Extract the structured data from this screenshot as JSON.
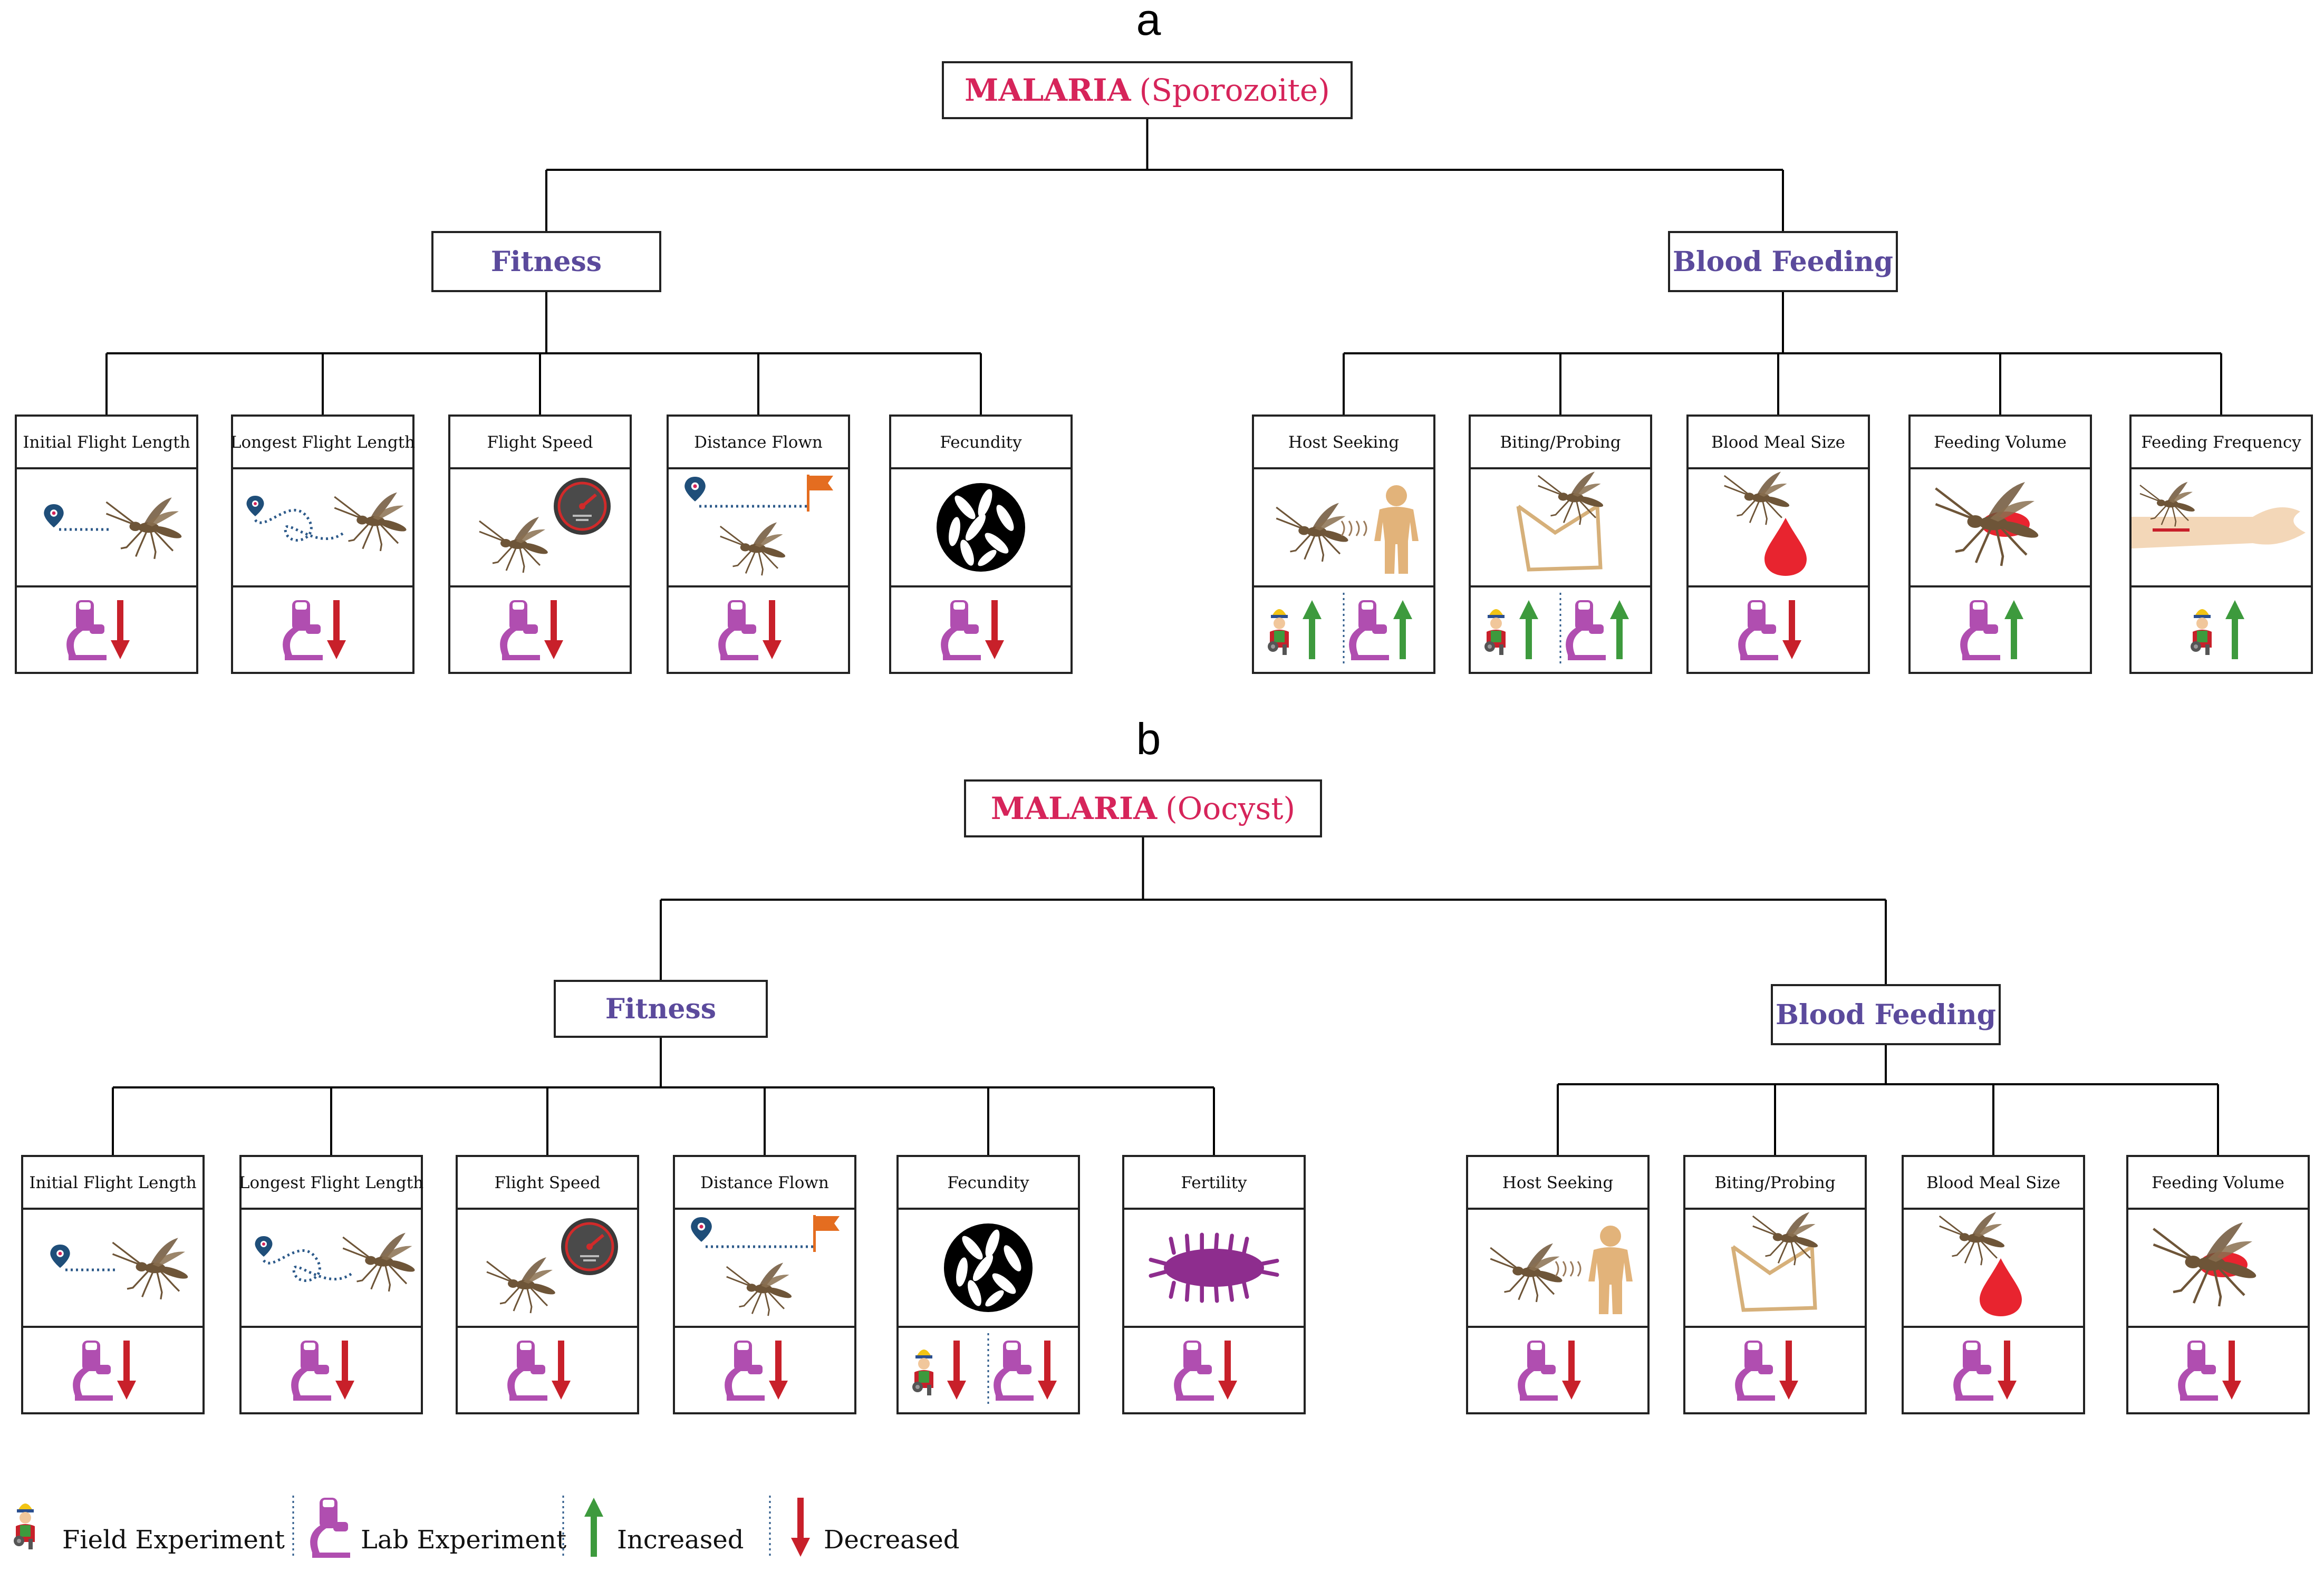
{
  "colors": {
    "malaria": "#d6245a",
    "category": "#5b4a9c",
    "microscope": "#b04eb0",
    "increase": "#3d9a3d",
    "decrease": "#c8202a",
    "mosquito": "#6e5538",
    "human": "#e2b37a",
    "blood": "#e8242f",
    "dots": "#2d5a8a"
  },
  "panels": [
    {
      "label": "a",
      "root": {
        "disease": "MALARIA",
        "stage": "(Sporozoite)"
      },
      "categories": [
        {
          "title": "Fitness",
          "traits": [
            {
              "name": "Initial Flight Length",
              "icon": "mosquito-short-path-icon",
              "effects": [
                {
                  "experiment": "lab",
                  "direction": "decreased"
                }
              ]
            },
            {
              "name": "Longest Flight Length",
              "icon": "mosquito-loop-path-icon",
              "effects": [
                {
                  "experiment": "lab",
                  "direction": "decreased"
                }
              ]
            },
            {
              "name": "Flight Speed",
              "icon": "speedometer-icon",
              "effects": [
                {
                  "experiment": "lab",
                  "direction": "decreased"
                }
              ]
            },
            {
              "name": "Distance Flown",
              "icon": "flag-distance-icon",
              "effects": [
                {
                  "experiment": "lab",
                  "direction": "decreased"
                }
              ]
            },
            {
              "name": "Fecundity",
              "icon": "eggs-icon",
              "effects": [
                {
                  "experiment": "lab",
                  "direction": "decreased"
                }
              ]
            }
          ]
        },
        {
          "title": "Blood Feeding",
          "traits": [
            {
              "name": "Host Seeking",
              "icon": "mosquito-human-icon",
              "effects": [
                {
                  "experiment": "field",
                  "direction": "increased"
                },
                {
                  "experiment": "lab",
                  "direction": "increased"
                }
              ]
            },
            {
              "name": "Biting/Probing",
              "icon": "probing-icon",
              "effects": [
                {
                  "experiment": "field",
                  "direction": "increased"
                },
                {
                  "experiment": "lab",
                  "direction": "increased"
                }
              ]
            },
            {
              "name": "Blood Meal Size",
              "icon": "blood-drop-icon",
              "effects": [
                {
                  "experiment": "lab",
                  "direction": "decreased"
                }
              ]
            },
            {
              "name": "Feeding Volume",
              "icon": "engorged-mosquito-icon",
              "effects": [
                {
                  "experiment": "lab",
                  "direction": "increased"
                }
              ]
            },
            {
              "name": "Feeding Frequency",
              "icon": "arm-bite-icon",
              "effects": [
                {
                  "experiment": "field",
                  "direction": "increased"
                }
              ]
            }
          ]
        }
      ]
    },
    {
      "label": "b",
      "root": {
        "disease": "MALARIA",
        "stage": "(Oocyst)"
      },
      "categories": [
        {
          "title": "Fitness",
          "traits": [
            {
              "name": "Initial Flight Length",
              "icon": "mosquito-short-path-icon",
              "effects": [
                {
                  "experiment": "lab",
                  "direction": "decreased"
                }
              ]
            },
            {
              "name": "Longest Flight Length",
              "icon": "mosquito-loop-path-icon",
              "effects": [
                {
                  "experiment": "lab",
                  "direction": "decreased"
                }
              ]
            },
            {
              "name": "Flight Speed",
              "icon": "speedometer-icon",
              "effects": [
                {
                  "experiment": "lab",
                  "direction": "decreased"
                }
              ]
            },
            {
              "name": "Distance Flown",
              "icon": "flag-distance-icon",
              "effects": [
                {
                  "experiment": "lab",
                  "direction": "decreased"
                }
              ]
            },
            {
              "name": "Fecundity",
              "icon": "eggs-icon",
              "effects": [
                {
                  "experiment": "field",
                  "direction": "decreased"
                },
                {
                  "experiment": "lab",
                  "direction": "decreased"
                }
              ]
            },
            {
              "name": "Fertility",
              "icon": "larva-icon",
              "effects": [
                {
                  "experiment": "lab",
                  "direction": "decreased"
                }
              ]
            }
          ]
        },
        {
          "title": "Blood Feeding",
          "traits": [
            {
              "name": "Host Seeking",
              "icon": "mosquito-human-icon",
              "effects": [
                {
                  "experiment": "lab",
                  "direction": "decreased"
                }
              ]
            },
            {
              "name": "Biting/Probing",
              "icon": "probing-icon",
              "effects": [
                {
                  "experiment": "lab",
                  "direction": "decreased"
                }
              ]
            },
            {
              "name": "Blood Meal Size",
              "icon": "blood-drop-icon",
              "effects": [
                {
                  "experiment": "lab",
                  "direction": "decreased"
                }
              ]
            },
            {
              "name": "Feeding Volume",
              "icon": "engorged-mosquito-icon",
              "effects": [
                {
                  "experiment": "lab",
                  "direction": "decreased"
                }
              ]
            }
          ]
        }
      ]
    }
  ],
  "legend": [
    {
      "icon": "field-experiment-icon",
      "label": "Field Experiment"
    },
    {
      "icon": "lab-experiment-icon",
      "label": "Lab Experiment"
    },
    {
      "icon": "increased-arrow-icon",
      "label": "Increased"
    },
    {
      "icon": "decreased-arrow-icon",
      "label": "Decreased"
    }
  ]
}
